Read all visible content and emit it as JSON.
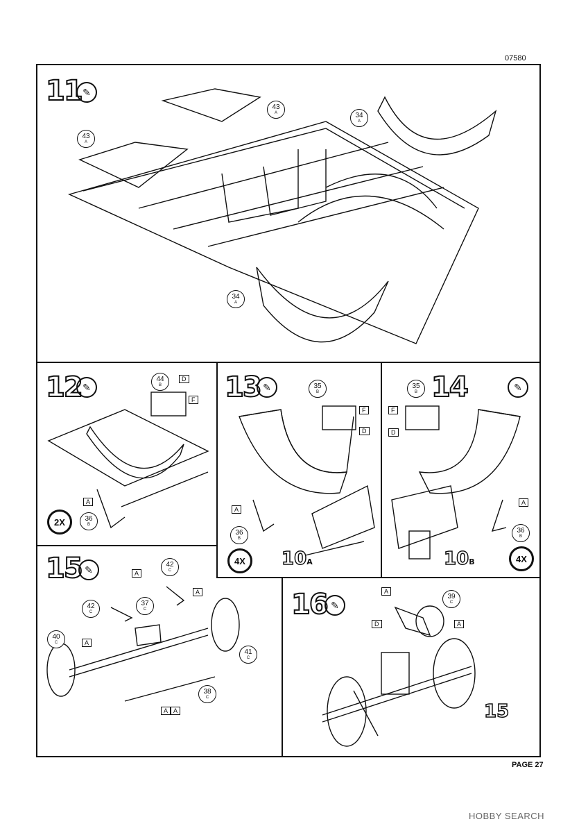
{
  "header": {
    "code": "07580"
  },
  "footer": {
    "page": "PAGE 27",
    "watermark": "HOBBY SEARCH"
  },
  "steps": {
    "s11": {
      "num": "11",
      "parts": [
        {
          "num": "43",
          "letter": "A"
        },
        {
          "num": "43",
          "letter": "A"
        },
        {
          "num": "34",
          "letter": "A"
        },
        {
          "num": "34",
          "letter": "A"
        }
      ]
    },
    "s12": {
      "num": "12",
      "parts": [
        {
          "num": "44",
          "letter": "B"
        },
        {
          "num": "36",
          "letter": "B"
        }
      ],
      "flags": [
        "D",
        "F",
        "A"
      ],
      "mult": "2X"
    },
    "s13": {
      "num": "13",
      "parts": [
        {
          "num": "35",
          "letter": "B"
        },
        {
          "num": "36",
          "letter": "B"
        }
      ],
      "flags": [
        "F",
        "D",
        "A"
      ],
      "mult": "4X",
      "sub": "10",
      "sub_letter": "A"
    },
    "s14": {
      "num": "14",
      "parts": [
        {
          "num": "35",
          "letter": "B"
        },
        {
          "num": "36",
          "letter": "B"
        }
      ],
      "flags": [
        "F",
        "D",
        "A"
      ],
      "mult": "4X",
      "sub": "10",
      "sub_letter": "B"
    },
    "s15": {
      "num": "15",
      "parts": [
        {
          "num": "42",
          "letter": "C"
        },
        {
          "num": "42",
          "letter": "C"
        },
        {
          "num": "37",
          "letter": "C"
        },
        {
          "num": "40",
          "letter": "C"
        },
        {
          "num": "41",
          "letter": "C"
        },
        {
          "num": "38",
          "letter": "C"
        }
      ],
      "flags": [
        "A",
        "A",
        "A",
        "A",
        "A"
      ]
    },
    "s16": {
      "num": "16",
      "parts": [
        {
          "num": "39",
          "letter": "C"
        }
      ],
      "flags": [
        "A",
        "D",
        "A"
      ],
      "sub": "15"
    }
  },
  "icons": {
    "glue": "glue-icon",
    "paint": "paint-icon"
  }
}
